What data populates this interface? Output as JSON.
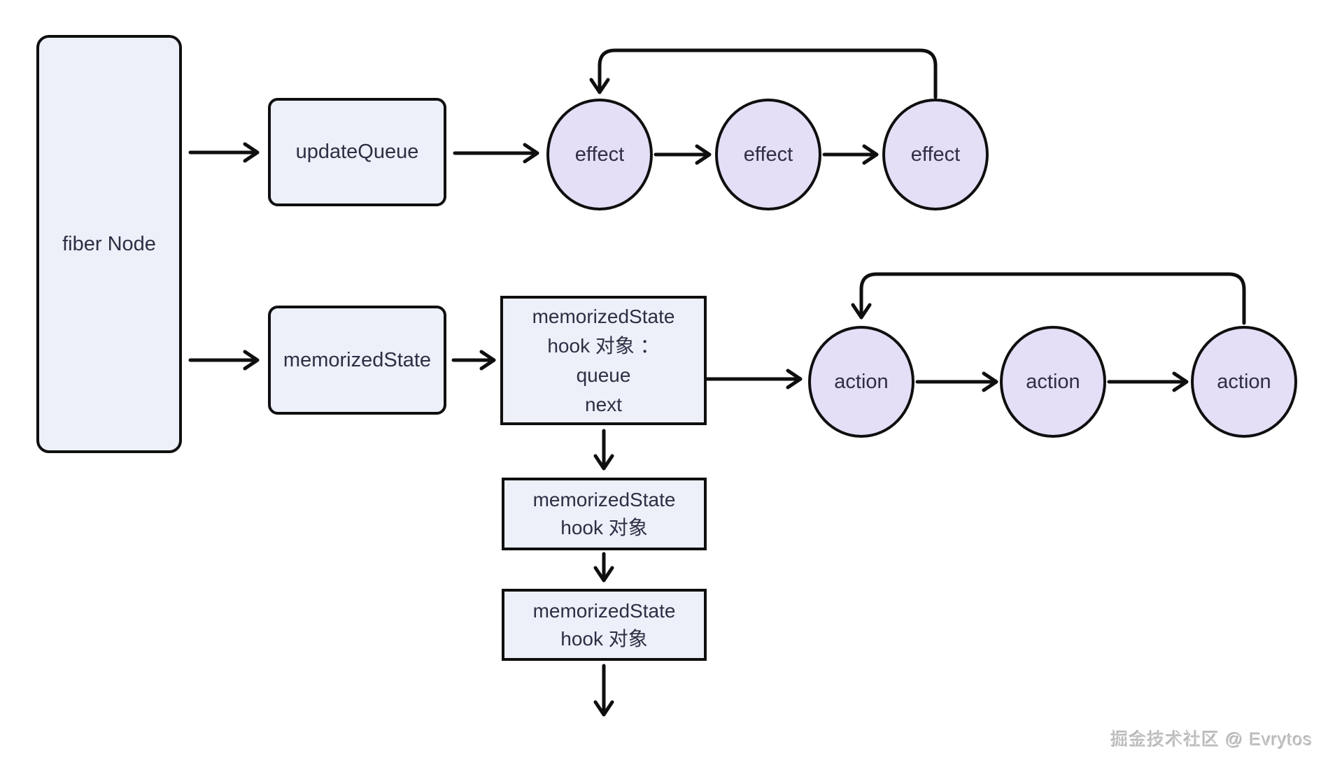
{
  "diagram": {
    "colors": {
      "node_fill": "#edf0f8",
      "circle_fill": "#e4def7",
      "line": "#0f0f0f",
      "text": "#2e2e44",
      "watermark": "#c3c3c3",
      "background": "#ffffff"
    },
    "nodes": {
      "fiber_node": {
        "label": "fiber Node"
      },
      "update_queue": {
        "label": "updateQueue"
      },
      "memorized_state": {
        "label": "memorizedState"
      },
      "hook_object": {
        "lines": [
          "memorizedState",
          "hook 对象 ：",
          "queue",
          "next"
        ]
      },
      "hook_object_2": {
        "lines": [
          "memorizedState",
          "hook 对象"
        ]
      },
      "hook_object_3": {
        "lines": [
          "memorizedState",
          "hook 对象"
        ]
      },
      "effects": [
        "effect",
        "effect",
        "effect"
      ],
      "actions": [
        "action",
        "action",
        "action"
      ]
    },
    "watermark": "掘金技术社区 @ Evrytos"
  }
}
